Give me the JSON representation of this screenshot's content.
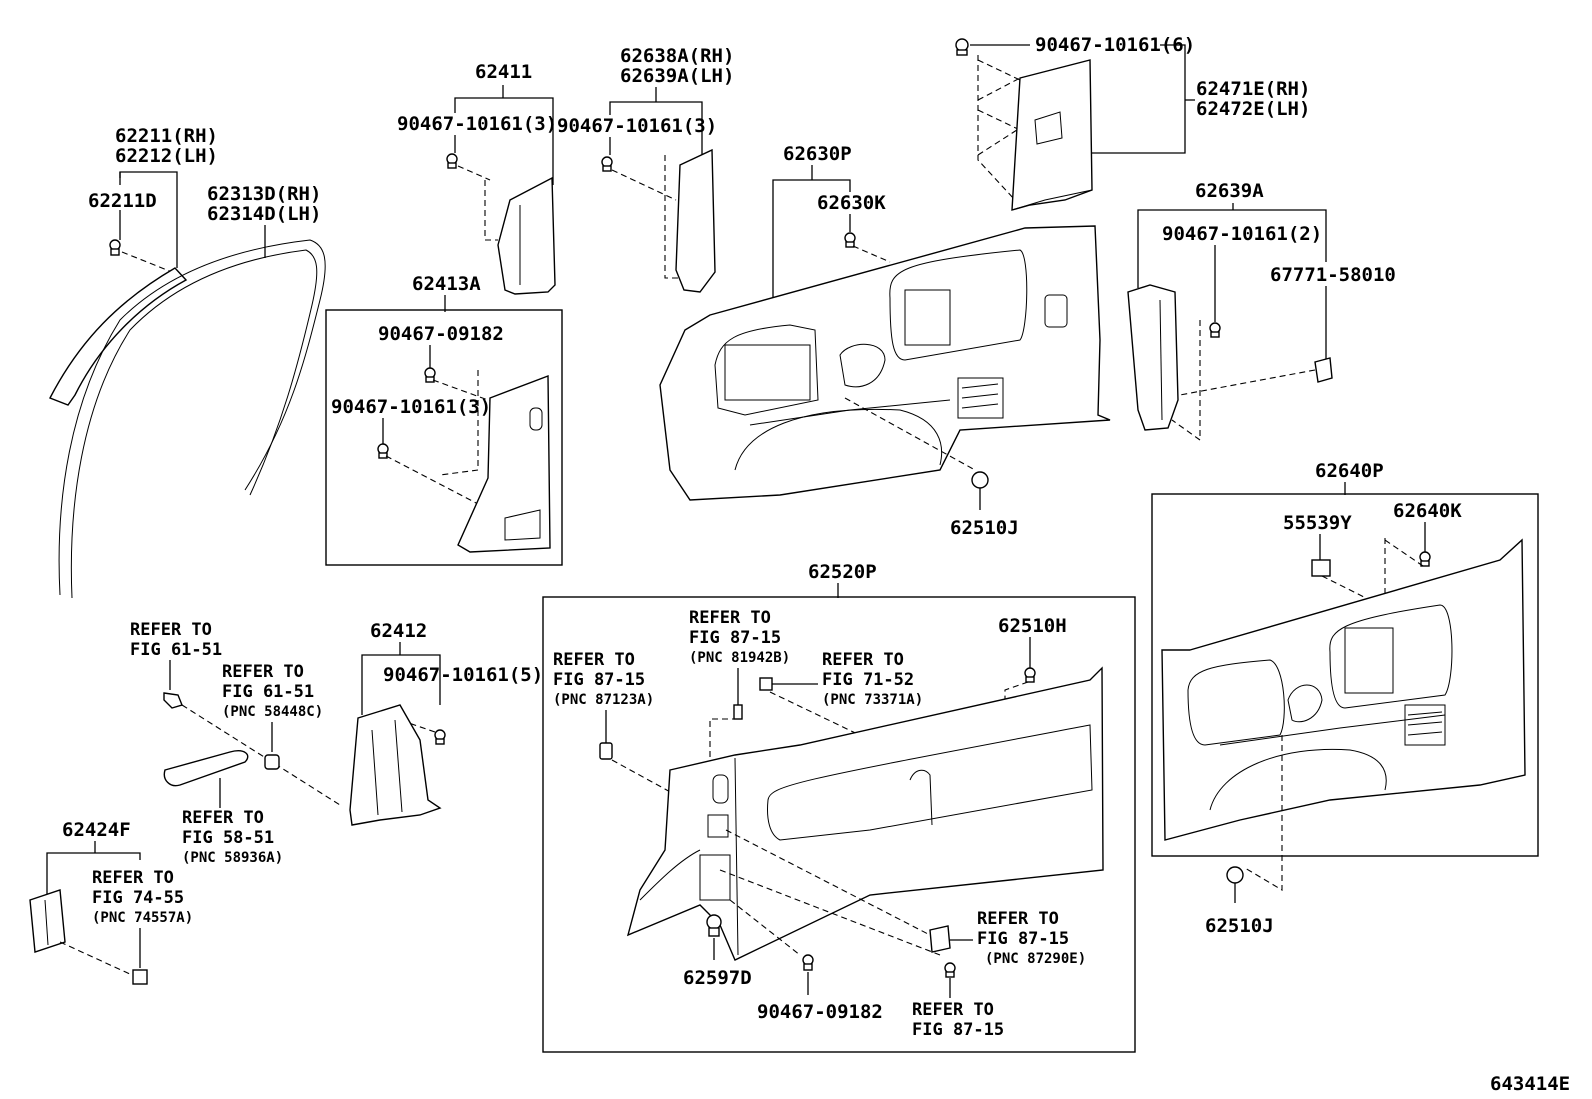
{
  "diagram_id": "643414E",
  "labels": {
    "p62211": "62211(RH)",
    "p62212": "62212(LH)",
    "p62211D": "62211D",
    "p62313D": "62313D(RH)",
    "p62314D": "62314D(LH)",
    "p62411": "62411",
    "p62411_clip": "90467-10161(3)",
    "p62638A": "62638A(RH)",
    "p62639A_lh": "62639A(LH)",
    "p62638_clip": "90467-10161(3)",
    "p62413A": "62413A",
    "p62413_clip1": "90467-09182",
    "p62413_clip2": "90467-10161(3)",
    "p62630P": "62630P",
    "p62630K": "62630K",
    "p62471_clip": "90467-10161(6)",
    "p62471E": "62471E(RH)",
    "p62472E": "62472E(LH)",
    "p62639A": "62639A",
    "p62639A_clip": "90467-10161(2)",
    "p67771": "67771-58010",
    "p62510J_a": "62510J",
    "p62640P": "62640P",
    "p55539Y": "55539Y",
    "p62640K": "62640K",
    "p62510J_b": "62510J",
    "p62520P": "62520P",
    "p62510H": "62510H",
    "p62597D": "62597D",
    "p62520_clip": "90467-09182",
    "p62412": "62412",
    "p62412_clip": "90467-10161(5)",
    "p62424F": "62424F"
  },
  "refs": {
    "r1": {
      "l1": "REFER TO",
      "l2": "FIG 61-51"
    },
    "r2": {
      "l1": "REFER TO",
      "l2": "FIG 61-51",
      "l3": "(PNC 58448C)"
    },
    "r3": {
      "l1": "REFER TO",
      "l2": "FIG 58-51",
      "l3": "(PNC 58936A)"
    },
    "r4": {
      "l1": "REFER TO",
      "l2": "FIG 74-55",
      "l3": "(PNC 74557A)"
    },
    "r5": {
      "l1": "REFER TO",
      "l2": "FIG 87-15",
      "l3": "(PNC 81942B)"
    },
    "r6": {
      "l1": "REFER TO",
      "l2": "FIG 87-15",
      "l3": "(PNC 87123A)"
    },
    "r7": {
      "l1": "REFER TO",
      "l2": "FIG 71-52",
      "l3": "(PNC 73371A)"
    },
    "r8": {
      "l1": "REFER TO",
      "l2": "FIG 87-15",
      "l3": "(PNC 87290E)"
    },
    "r9": {
      "l1": "REFER TO",
      "l2": "FIG 87-15"
    }
  }
}
